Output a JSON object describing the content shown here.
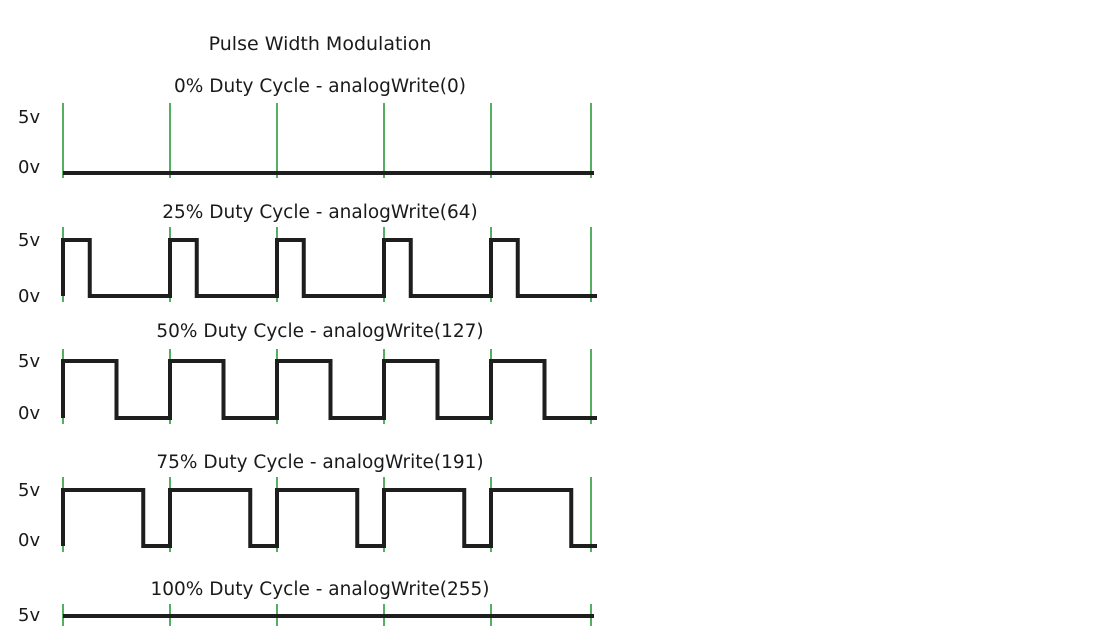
{
  "title": "Pulse Width Modulation",
  "colors": {
    "grid": "#2a9a3a",
    "wave": "#1e1e1e",
    "text": "#1a1a1a"
  },
  "panels": [
    {
      "label": "0% Duty Cycle - analogWrite(0)",
      "duty": 0.0,
      "high_label": "5v",
      "low_label": "0v"
    },
    {
      "label": "25% Duty Cycle - analogWrite(64)",
      "duty": 0.25,
      "high_label": "5v",
      "low_label": "0v"
    },
    {
      "label": "50% Duty Cycle - analogWrite(127)",
      "duty": 0.5,
      "high_label": "5v",
      "low_label": "0v"
    },
    {
      "label": "75% Duty Cycle - analogWrite(191)",
      "duty": 0.75,
      "high_label": "5v",
      "low_label": "0v"
    },
    {
      "label": "100% Duty Cycle - analogWrite(255)",
      "duty": 1.0,
      "high_label": "5v"
    }
  ]
}
